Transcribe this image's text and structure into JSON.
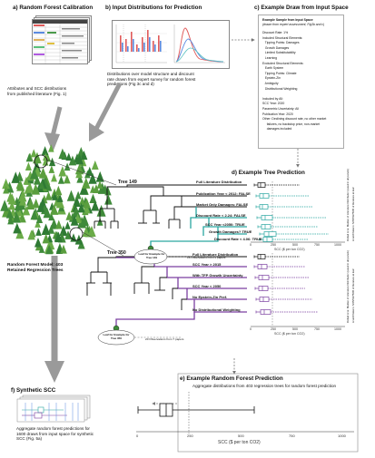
{
  "panels": {
    "a_title": "a) Random Forest Calibration",
    "b_title": "b) Input Distributions for Prediction",
    "c_title": "c) Example Draw from Input Space",
    "d_title": "d) Example Tree Prediction",
    "e_title": "e) Example Random Forest Prediction",
    "f_title": "f) Synthetic SCC"
  },
  "captions": {
    "a_attr": "Attributes and SCC distributions from published literature (Fig. 1)",
    "b_desc": "Distributions over model structure and discount rate drawn from expert survey for random forest predictions (Fig 3c and d)",
    "forest_label": "Random Forest Model: 403 Retained Regression Trees",
    "e_desc": "Aggregate distributions from 403 regression trees for random forest prediction",
    "f_desc": "Aggregate random forest predictions for 1600 draws from input space for synthetic SCC (Fig. 5a)"
  },
  "draw": {
    "head1": "Example Sample from Input Space",
    "head2": "(drawn from expert assessment, Fig3b and c)",
    "lines": [
      "Discount Rate: 1%",
      "Included Structural Elements:",
      "   Tipping Points: Damages",
      "   Growth Damages",
      "   Limited Substitutability",
      "   Learning",
      "Excluded Structural Elements:",
      "   Earth System",
      "   Tipping Points: Climate",
      "   Epstein-Zin",
      "   Ambiguity",
      "   Distributional Weighting",
      "",
      "Included by All:",
      "SCC Year: 2020",
      "Parametric Uncertainty: All",
      "Publication Year: 2020",
      "Other: Declining discount rate, no other market",
      "     failures, no backstop price, non-market",
      "     damages included"
    ]
  },
  "tree149": {
    "name": "Tree 149",
    "leaf": "Leaf for Example for Tree 149",
    "obs": "16 Observations from 4 papers",
    "splits": [
      {
        "text": "Full Literature Distribution"
      },
      {
        "text": "Publication Year < 2012: FALSE"
      },
      {
        "text": "Market Only Damages: FALSE"
      },
      {
        "text": "Discount Rate < 2.24: FALSE"
      },
      {
        "text": "SCC Year <2050: TRUE"
      },
      {
        "text": "Growth Damages? TRUE"
      },
      {
        "text": "Discount Rate < 4.06: TRUE"
      }
    ],
    "side_note": "Dotted Line: Median of Literature Distribution (used in all panels)",
    "side_note2": "Line/Whiskers: 5/25/50/75/95 of literature at leaf"
  },
  "tree350": {
    "name": "Tree 350",
    "leaf": "Leaf for Example for Tree 350",
    "obs": "20 Observations from 7 papers",
    "splits": [
      {
        "text": "Full Literature Distribution"
      },
      {
        "text": "SCC Year > 2015"
      },
      {
        "text": "With TFP Growth Uncertainty"
      },
      {
        "text": "SCC Year < 2050"
      },
      {
        "text": "No Epstein-Zin Pref."
      },
      {
        "text": "No Distributional Weighting"
      }
    ],
    "side_note": "Dotted Line: Median of Literature Distribution (used in all panels)",
    "side_note2": "Line/Whiskers: 5/25/50/75/95 of literature at leaf"
  },
  "axis": {
    "label": "SCC ($ per ton CO2)",
    "ticks_small": [
      "0",
      "250",
      "500",
      "750",
      "1000"
    ],
    "ticks_e": [
      "0",
      "250",
      "500",
      "750",
      "1000"
    ]
  },
  "colors": {
    "teal": "#2aa6a0",
    "purple": "#7b3fa0",
    "tree_green": "#3f8a3a",
    "arrow_gray": "#9a9a9a"
  }
}
